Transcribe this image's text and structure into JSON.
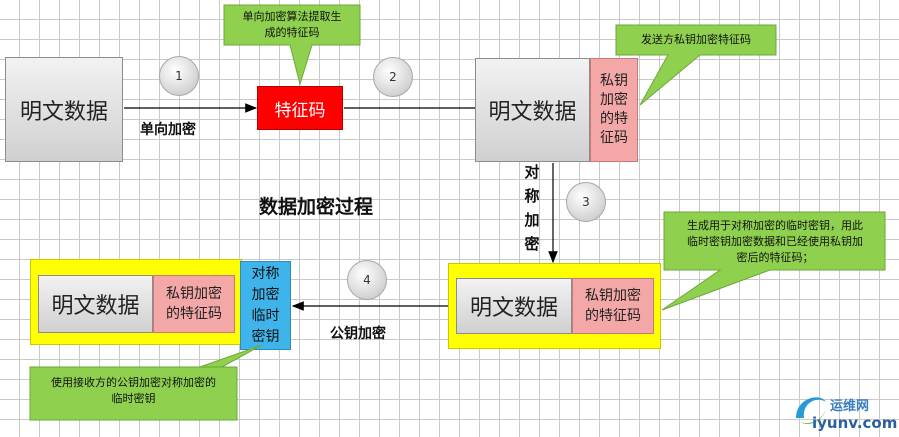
{
  "boxes": {
    "plain1": "明文数据",
    "digest": "特征码",
    "plain2": "明文数据",
    "encDigest2": "私钥\n加密\n的特\n征码",
    "plain3": "明文数据",
    "encDigest3": "私钥加密\n的特征码",
    "plain4": "明文数据",
    "encDigest4": "私钥加密\n的特征码",
    "symKey": "对称\n加密\n临时\n密钥"
  },
  "steps": [
    "1",
    "2",
    "3",
    "4"
  ],
  "labels": {
    "oneWay": "单向加密",
    "symmetric": [
      "对",
      "称",
      "加",
      "密"
    ],
    "publicKey": "公钥加密",
    "title": "数据加密过程"
  },
  "callouts": {
    "c1": "单向加密算法提取生\n成的特征码",
    "c2": "发送方私钥加密特征码",
    "c3": "生成用于对称加密的临时密钥，用此\n临时密钥加密数据和已经使用私钥加\n密后的特征码；",
    "c4": "使用接收方的公钥加密对称加密的\n临时密钥"
  },
  "logo": {
    "name": "运维网",
    "domain": "iyunv.com"
  },
  "colors": {
    "callout": "#8fd14f",
    "digest": "#ff0000",
    "highlight": "#ffff00",
    "key": "#3fb4ea",
    "encrypted": "#f4a7a7"
  }
}
